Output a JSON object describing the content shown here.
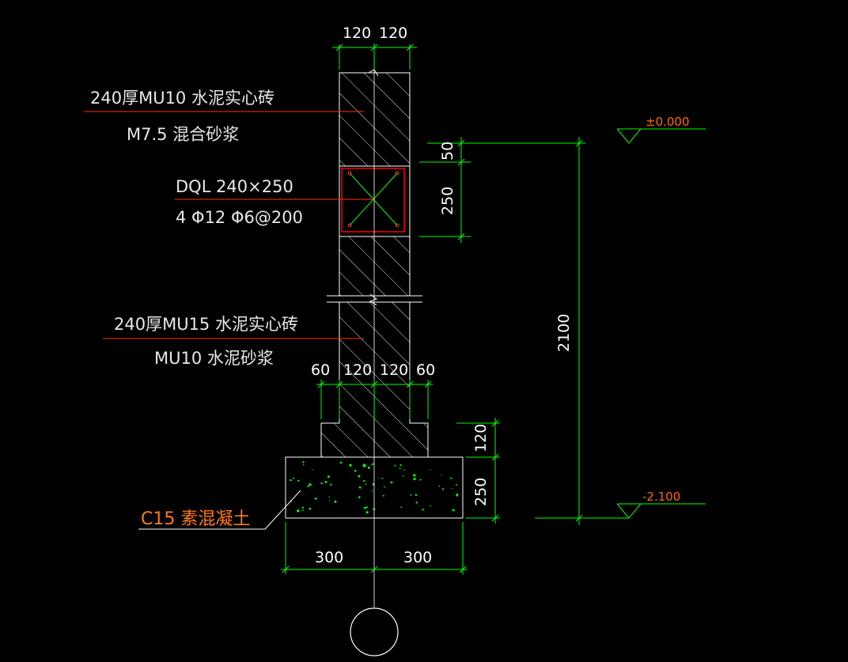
{
  "colors": {
    "background": "#000000",
    "outline": "#ffffff",
    "dimension": "#00ff00",
    "leader": "#ff3300",
    "hatch": "#ffffff",
    "beam": "#ff0000",
    "rebar": "#00ff00",
    "level_text": "#ff6a00",
    "concrete_label": "#ff7a1a"
  },
  "labels": {
    "upper_wall_line1": "240厚MU10 水泥实心砖",
    "upper_wall_line2": "M7.5 混合砂浆",
    "beam_line1": "DQL 240×250",
    "beam_line2": "4 Φ12  Φ6@200",
    "lower_wall_line1": "240厚MU15 水泥实心砖",
    "lower_wall_line2": "MU10 水泥砂浆",
    "concrete": "C15 素混凝土"
  },
  "levels": {
    "top": "±0.000",
    "bottom": "-2.100"
  },
  "dimensions": {
    "top_left": "120",
    "top_right": "120",
    "beam_gap": "50",
    "beam_height": "250",
    "total_height": "2100",
    "step_outer_left": "60",
    "step_inner_left": "120",
    "step_inner_right": "120",
    "step_outer_right": "60",
    "step_height": "120",
    "footing_height": "250",
    "footing_left": "300",
    "footing_right": "300"
  }
}
